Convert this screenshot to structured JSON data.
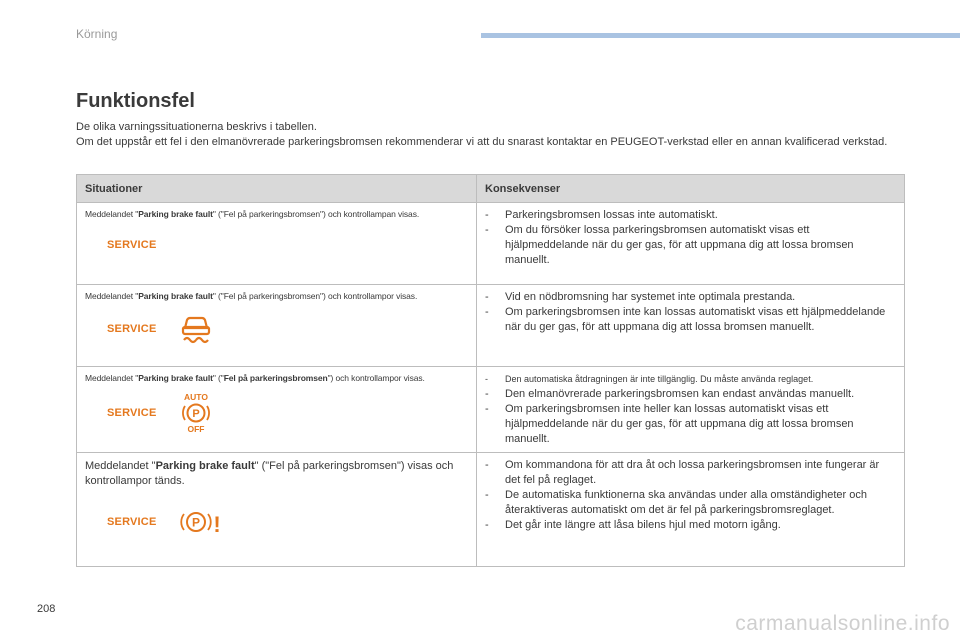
{
  "header": {
    "section": "Körning"
  },
  "title": "Funktionsfel",
  "intro": {
    "line1": "De olika varningssituationerna beskrivs i tabellen.",
    "line2": "Om det uppstår ett fel i den elmanövrerade parkeringsbromsen rekommenderar vi att du snarast kontaktar en PEUGEOT-verkstad eller en annan kvalificerad verkstad."
  },
  "table": {
    "headers": {
      "situations": "Situationer",
      "consequences": "Konsekvenser"
    },
    "rows": [
      {
        "msg_prefix": "Meddelandet \"",
        "msg_bold": "Parking brake fault",
        "msg_suffix": "\" (\"Fel på parkeringsbromsen\") och kontrollampan visas.",
        "service_label": "SERVICE",
        "icons": [
          "service-indicator"
        ],
        "consequences": [
          "Parkeringsbromsen lossas inte automatiskt.",
          "Om du försöker lossa parkeringsbromsen automatiskt visas ett hjälpmeddelande när du ger gas, för att uppmana dig att lossa bromsen manuellt."
        ]
      },
      {
        "msg_prefix": "Meddelandet \"",
        "msg_bold": "Parking brake fault",
        "msg_suffix": "\" (\"Fel på parkeringsbromsen\") och kontrollampor visas.",
        "service_label": "SERVICE",
        "icons": [
          "service-indicator",
          "stability-control-icon"
        ],
        "consequences": [
          "Vid en nödbromsning har systemet inte optimala prestanda.",
          "Om parkeringsbromsen inte kan lossas automatiskt visas ett hjälpmeddelande när du ger gas, för att uppmana dig att lossa bromsen manuellt."
        ]
      },
      {
        "msg_prefix": "Meddelandet \"",
        "msg_bold": "Parking brake fault",
        "msg_mid": "\" (\"",
        "msg_bold2": "Fel på parkeringsbromsen",
        "msg_suffix": "\") och kontrollampor visas.",
        "service_label": "SERVICE",
        "auto_label": "AUTO",
        "p_label": "P",
        "off_label": "OFF",
        "icons": [
          "service-indicator",
          "auto-p-off-icon"
        ],
        "consequences": [
          "Den automatiska åtdragningen är inte tillgänglig. Du måste använda reglaget.",
          "Den elmanövrerade parkeringsbromsen kan endast användas manuellt.",
          "Om parkeringsbromsen inte heller kan lossas automatiskt visas ett hjälpmeddelande när du ger gas, för att uppmana dig att lossa bromsen manuellt."
        ]
      },
      {
        "msg_prefix": "Meddelandet \"",
        "msg_bold": "Parking brake fault",
        "msg_suffix": "\" (\"Fel på parkeringsbromsen\") visas och kontrollampor tänds.",
        "service_label": "SERVICE",
        "p_label": "P",
        "excl_label": "!",
        "icons": [
          "service-indicator",
          "parking-brake-fault-icon"
        ],
        "consequences": [
          "Om kommandona för att dra åt och lossa parkeringsbromsen inte fungerar är det fel på reglaget.",
          "De automatiska funktionerna ska användas under alla omständigheter och återaktiveras automatiskt om det är fel på parkeringsbromsreglaget.",
          "Det går inte längre att låsa bilens hjul med motorn igång."
        ]
      }
    ]
  },
  "page_number": "208",
  "watermark": "carmanualsonline.info",
  "colors": {
    "accent": "#e4781e",
    "header_bar": "#a9c3e2",
    "table_header": "#d9d9d9"
  }
}
